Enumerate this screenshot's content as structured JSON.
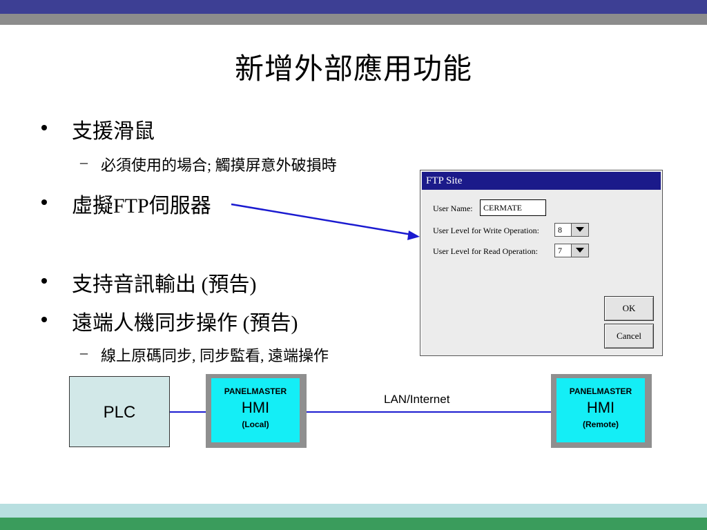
{
  "slide": {
    "title": "新增外部應用功能",
    "bullets": [
      {
        "text": "支援滑鼠",
        "sub": "必須使用的場合; 觸摸屏意外破損時"
      },
      {
        "text": "虛擬FTP伺服器"
      },
      {
        "text": "支持音訊輸出 (預告)"
      },
      {
        "text": "遠端人機同步操作 (預告)",
        "sub": "線上原碼同步, 同步監看, 遠端操作"
      }
    ]
  },
  "ftp_dialog": {
    "title": "FTP Site",
    "user_name_label": "User Name:",
    "user_name_value": "CERMATE",
    "write_level_label": "User Level for Write Operation:",
    "write_level_value": "8",
    "read_level_label": "User Level for Read Operation:",
    "read_level_value": "7",
    "ok_label": "OK",
    "cancel_label": "Cancel"
  },
  "diagram": {
    "plc_label": "PLC",
    "local_hmi": {
      "brand": "PANELMASTER",
      "name": "HMI",
      "location": "(Local)"
    },
    "remote_hmi": {
      "brand": "PANELMASTER",
      "name": "HMI",
      "location": "(Remote)"
    },
    "link_label": "LAN/Internet"
  },
  "colors": {
    "top_band": "#3d3f94",
    "top_band_secondary": "#8c8c8c",
    "bottom_band": "#b8dfe0",
    "bottom_band_secondary": "#3a9c5c",
    "dialog_title": "#1b1a8a",
    "hmi_screen": "#14eef6",
    "link_line": "#1a1ad0"
  }
}
